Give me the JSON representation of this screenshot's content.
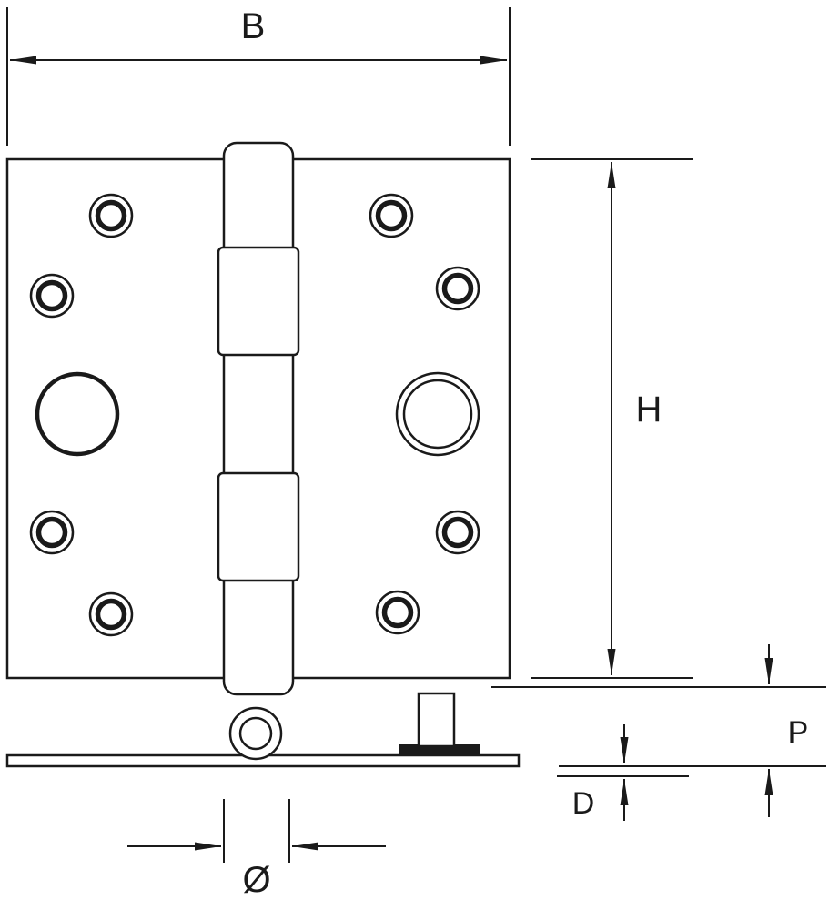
{
  "diagram": {
    "type": "technical-drawing",
    "subject": "door hinge front and side view with dimension annotations",
    "labels": {
      "dim_b": "B",
      "dim_h": "H",
      "dim_p": "P",
      "dim_d": "D",
      "dim_diameter": "Ø"
    },
    "colors": {
      "line": "#1a1a1a",
      "background": "#ffffff"
    }
  }
}
